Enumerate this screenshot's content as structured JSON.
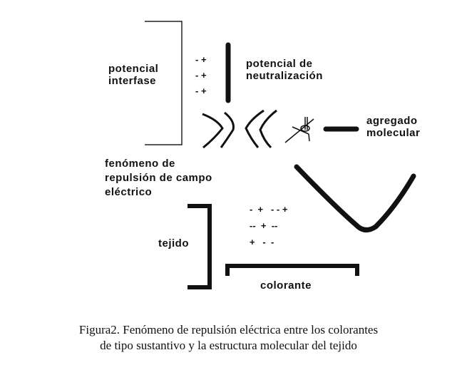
{
  "labels": {
    "potencial_interfase": [
      "potencial",
      "interfase"
    ],
    "potencial_neutralizacion": [
      "potencial de",
      "neutralización"
    ],
    "agregado_molecular": [
      "agregado",
      "molecular"
    ],
    "fenomeno": [
      "fenómeno de",
      "repulsión de campo",
      "eléctrico"
    ],
    "tejido": "tejido",
    "colorante": "colorante"
  },
  "charges_top": [
    "- +",
    "- +",
    "- +"
  ],
  "charges_bottom": [
    "-  +   - - +",
    "--  +  --",
    "+   -  -"
  ],
  "caption": [
    "Figura2. Fenómeno de repulsión eléctrica entre los colorantes",
    "de tipo sustantivo y la estructura molecular del tejido"
  ]
}
